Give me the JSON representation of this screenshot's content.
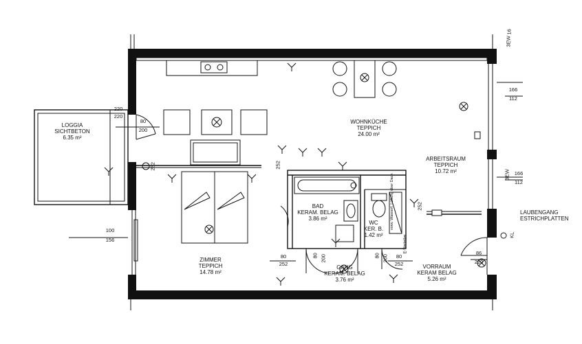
{
  "rooms": {
    "loggia": {
      "name": "LOGGIA",
      "floor": "SICHTBETON",
      "area": "6.35 m²"
    },
    "wohnkueche": {
      "name": "WOHNKÜCHE",
      "floor": "TEPPICH",
      "area": "24.00 m²"
    },
    "arbeitsraum": {
      "name": "ARBEITSRAUM",
      "floor": "TEPPICH",
      "area": "10.72 m²"
    },
    "zimmer": {
      "name": "ZIMMER",
      "floor": "TEPPICH",
      "area": "14.78 m²"
    },
    "bad": {
      "name": "BAD",
      "floor": "KERAM. BELAG",
      "area": "3.86 m²"
    },
    "wc": {
      "name": "WC",
      "floor": "KER. B.",
      "area": "1.42 m²"
    },
    "gang": {
      "name": "GANG",
      "floor": "KERAM. BELAG",
      "area": "3.76 m²"
    },
    "vorraum": {
      "name": "VORRAUM",
      "floor": "KERAM BELAG",
      "area": "5.26 m²"
    }
  },
  "exterior": {
    "line1": "LAUBENGANG",
    "line2": "ESTRICHPLATTEN",
    "kl": "KL"
  },
  "dimensions": {
    "loggia_door": {
      "top": "80",
      "bottom": "200"
    },
    "loggia_win": {
      "top": "220",
      "bottom": "220"
    },
    "zimmer_window": {
      "top": "100",
      "bottom": "156"
    },
    "zimmer_door_sill": "252",
    "zimmer_door": {
      "top": "80",
      "bottom": "252"
    },
    "bad_door": {
      "a": "80",
      "b": "200"
    },
    "wc_door": {
      "a": "80",
      "b": "200"
    },
    "gang_door": {
      "top": "80",
      "bottom": "252"
    },
    "bath_sill": "252",
    "arbeit_sill": "252",
    "right_win_top": {
      "top": "166",
      "bottom": "112"
    },
    "right_win_mid": {
      "top": "166",
      "bottom": "112"
    },
    "entry_door": {
      "top": "86",
      "bottom": "210"
    },
    "vert_top_right": "3EW",
    "vert_mid_right": "3EW",
    "small_16": "16"
  },
  "shaft_note": "vorw. Wasserf. Lüftung über Dach",
  "evert": "E-Verteiler"
}
